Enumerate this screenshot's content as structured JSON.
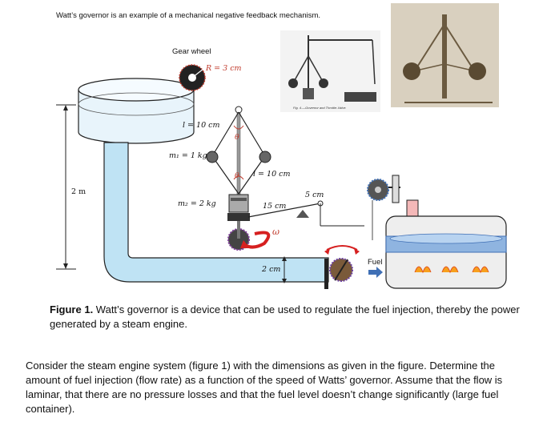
{
  "intro": "Watt’s governor is an example of a mechanical negative feedback mechanism.",
  "figure": {
    "gear_wheel_label": "Gear wheel",
    "radius_label": "R = 3 cm",
    "l_upper": "l = 10 cm",
    "m1": "m₁ = 1 kg",
    "l_right": "l = 10 cm",
    "height": "2 m",
    "m2": "m₂ = 2 kg",
    "lever_15": "15 cm",
    "lever_5": "5 cm",
    "omega": "ω",
    "theta": "θ",
    "pipe_2": "2 cm",
    "fuel": "Fuel",
    "photo_caption": "Fig. 4.—Governor and Throttle-Valve."
  },
  "caption": {
    "label": "Figure 1.",
    "text": " Watt’s governor is a device that can be used to regulate the fuel injection, thereby the power generated by a steam engine."
  },
  "paragraph": "Consider the steam engine system (figure 1) with the dimensions as given in the figure. Determine the amount of fuel injection (flow rate) as a function of the speed of Watts’ governor. Assume that the flow is laminar, that there are no pressure losses and that the fuel level doesn’t change significantly (large fuel container)."
}
